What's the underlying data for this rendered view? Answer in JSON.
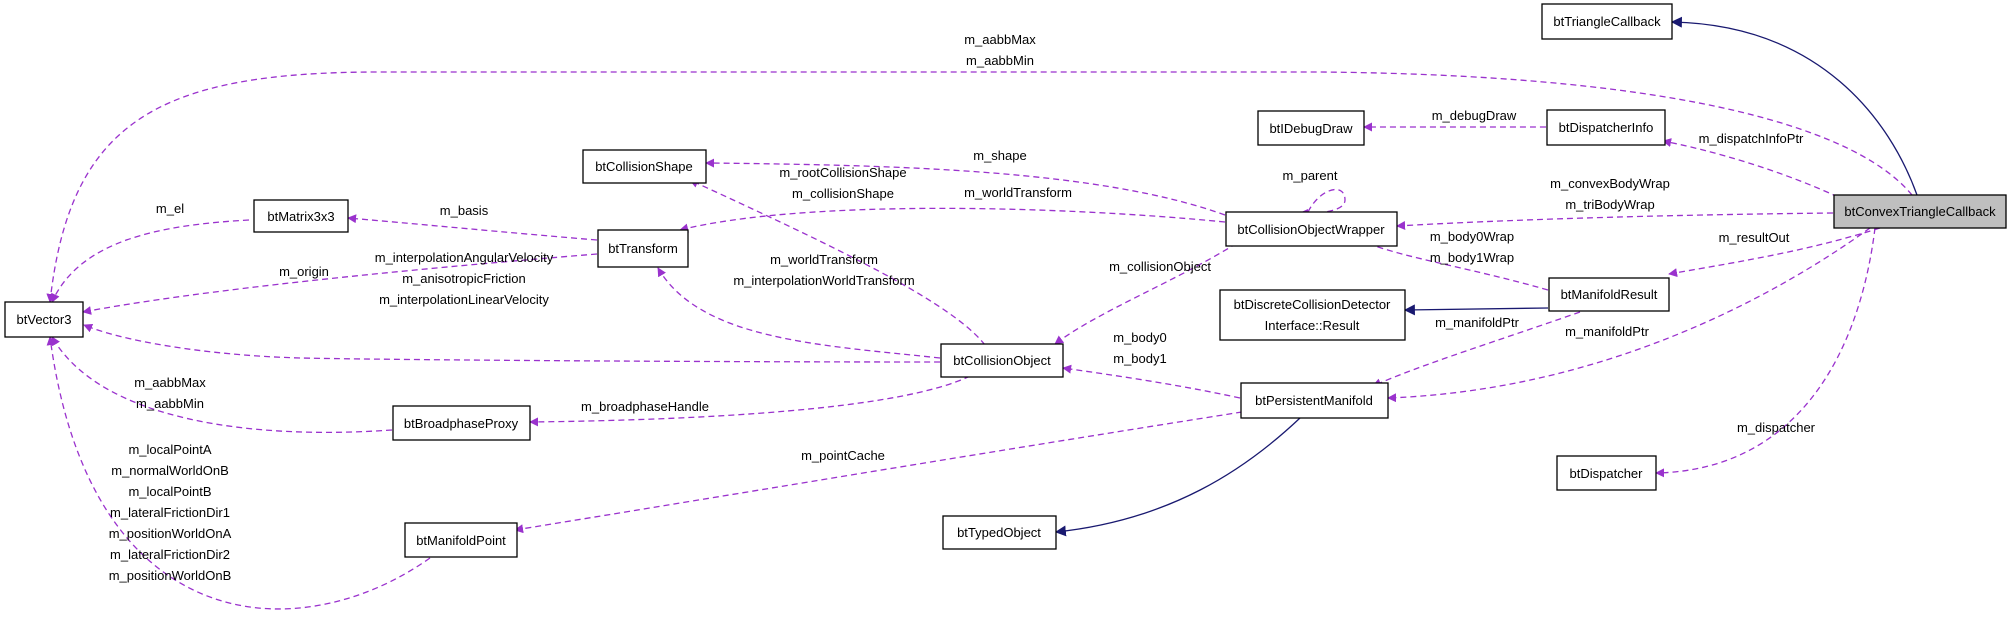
{
  "colors": {
    "inheritance_edge": "#191970",
    "usage_edge": "#9a32cd",
    "focus_fill": "#bfbfbf",
    "node_fill": "#ffffff",
    "node_border": "#000000"
  },
  "nodes": {
    "btVector3": "btVector3",
    "btMatrix3x3": "btMatrix3x3",
    "btTransform": "btTransform",
    "btCollisionShape": "btCollisionShape",
    "btBroadphaseProxy": "btBroadphaseProxy",
    "btManifoldPoint": "btManifoldPoint",
    "btCollisionObject": "btCollisionObject",
    "btTypedObject": "btTypedObject",
    "btPersistentManifold": "btPersistentManifold",
    "btCollisionObjectWrapper": "btCollisionObjectWrapper",
    "btIDebugDraw": "btIDebugDraw",
    "btDiscreteCollisionDetector_line1": "btDiscreteCollisionDetector",
    "btDiscreteCollisionDetector_line2": "Interface::Result",
    "btTriangleCallback": "btTriangleCallback",
    "btDispatcherInfo": "btDispatcherInfo",
    "btManifoldResult": "btManifoldResult",
    "btDispatcher": "btDispatcher",
    "btConvexTriangleCallback": "btConvexTriangleCallback"
  },
  "edge_labels": {
    "aabbMax_top": "m_aabbMax",
    "aabbMin_top": "m_aabbMin",
    "el": "m_el",
    "basis": "m_basis",
    "origin": "m_origin",
    "rootCollisionShape": "m_rootCollisionShape",
    "collisionShape": "m_collisionShape",
    "shape": "m_shape",
    "worldTransform_wrapper": "m_worldTransform",
    "parent": "m_parent",
    "debugDraw": "m_debugDraw",
    "dispatchInfoPtr": "m_dispatchInfoPtr",
    "convexBodyWrap": "m_convexBodyWrap",
    "triBodyWrap": "m_triBodyWrap",
    "body0Wrap": "m_body0Wrap",
    "body1Wrap": "m_body1Wrap",
    "resultOut": "m_resultOut",
    "collisionObject": "m_collisionObject",
    "worldTransform_obj": "m_worldTransform",
    "interpolationWorldTransform": "m_interpolationWorldTransform",
    "interpolationAngularVelocity": "m_interpolationAngularVelocity",
    "anisotropicFriction": "m_anisotropicFriction",
    "interpolationLinearVelocity": "m_interpolationLinearVelocity",
    "body0": "m_body0",
    "body1": "m_body1",
    "manifoldPtr_result": "m_manifoldPtr",
    "manifoldPtr_callback": "m_manifoldPtr",
    "aabbMax_proxy": "m_aabbMax",
    "aabbMin_proxy": "m_aabbMin",
    "broadphaseHandle": "m_broadphaseHandle",
    "localPointA": "m_localPointA",
    "normalWorldOnB": "m_normalWorldOnB",
    "localPointB": "m_localPointB",
    "lateralFrictionDir1": "m_lateralFrictionDir1",
    "positionWorldOnA": "m_positionWorldOnA",
    "lateralFrictionDir2": "m_lateralFrictionDir2",
    "positionWorldOnB": "m_positionWorldOnB",
    "pointCache": "m_pointCache",
    "dispatcher": "m_dispatcher"
  }
}
